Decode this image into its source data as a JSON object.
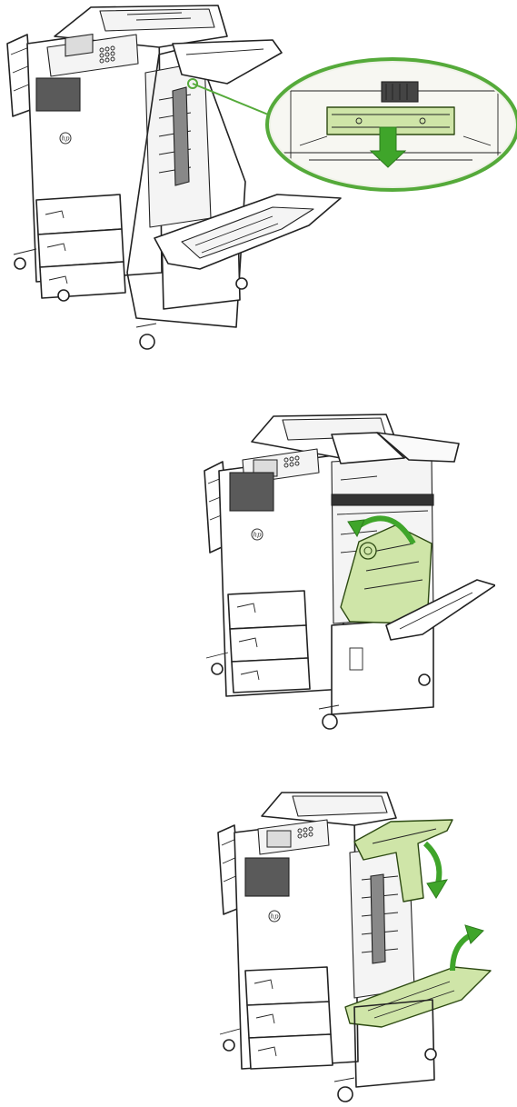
{
  "figures": [
    {
      "name": "step-1",
      "description_visible_text": ""
    },
    {
      "name": "step-2",
      "description_visible_text": ""
    },
    {
      "name": "step-3",
      "description_visible_text": ""
    }
  ],
  "icons": {
    "brand_logo": "hp-logo-icon",
    "down_arrow": "arrow-down-icon",
    "curved_arrow": "curved-arrow-icon"
  },
  "colors": {
    "highlight": "#cfe5a8",
    "arrow": "#3fa52a",
    "callout_ring": "#55aa3a",
    "outline": "#222222"
  },
  "logo_text": "hp"
}
